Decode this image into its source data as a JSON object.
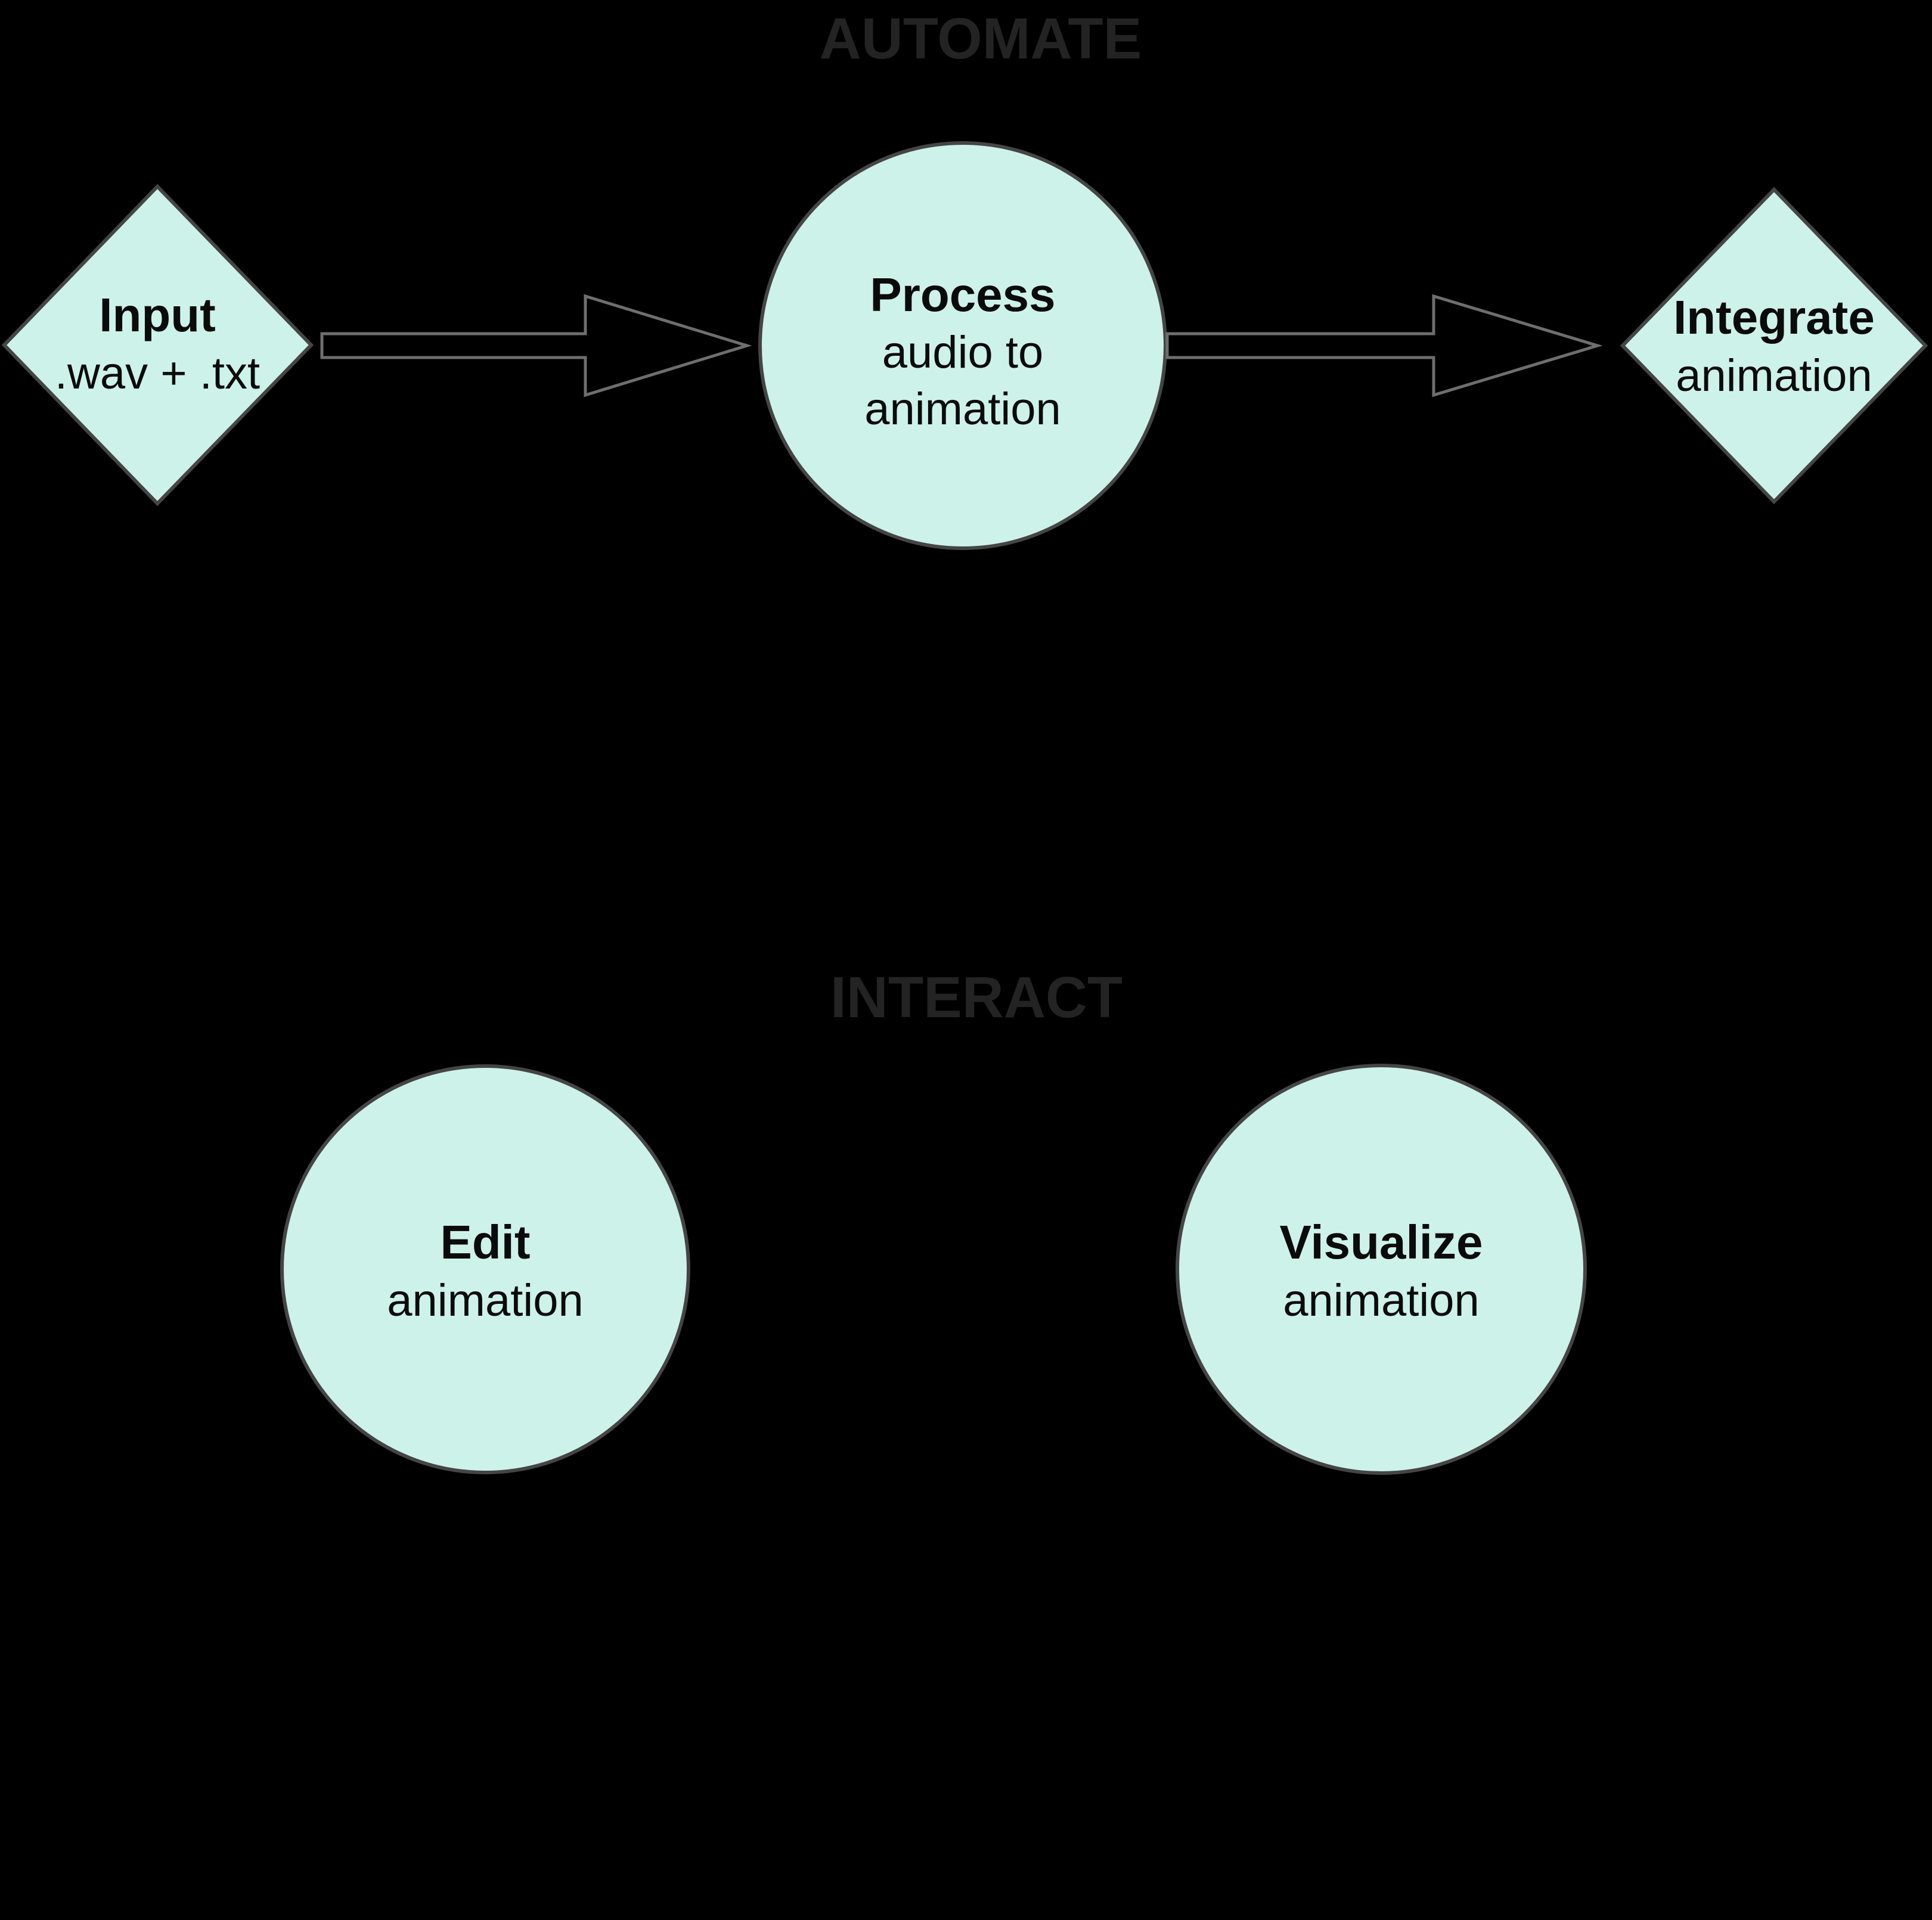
{
  "page": {
    "background": "#000000"
  },
  "colors": {
    "node-fill": "#cdf2ea",
    "node-stroke": "#454545",
    "arrow-stroke": "#6e6e6e",
    "section-title": "#232323",
    "node-text": "#0b0b0b",
    "page-bg": "#000000"
  },
  "sections": {
    "automate": {
      "label": "AUTOMATE"
    },
    "interact": {
      "label": "INTERACT"
    }
  },
  "nodes": {
    "input": {
      "shape": "diamond",
      "title": "Input",
      "subtitle": ".wav + .txt"
    },
    "process": {
      "shape": "circle",
      "title": "Process",
      "line1": "audio to",
      "line2": "animation"
    },
    "integrate": {
      "shape": "diamond",
      "title": "Integrate",
      "subtitle": "animation"
    },
    "edit": {
      "shape": "circle",
      "title": "Edit",
      "subtitle": "animation"
    },
    "visualize": {
      "shape": "circle",
      "title": "Visualize",
      "subtitle": "animation"
    }
  }
}
